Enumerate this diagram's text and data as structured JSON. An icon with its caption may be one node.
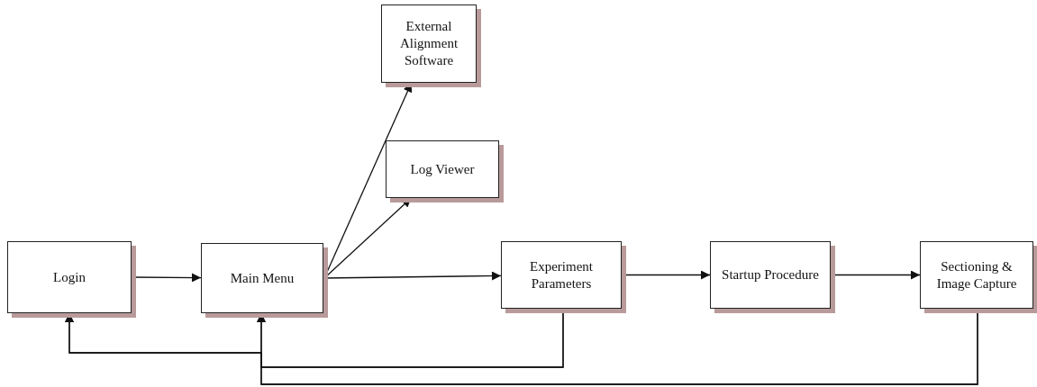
{
  "diagram": {
    "nodes": [
      {
        "text": [
          "Login"
        ]
      },
      {
        "text": [
          "Main Menu"
        ]
      },
      {
        "text": [
          "External Alignment Software"
        ]
      },
      {
        "text": [
          "Log Viewer"
        ]
      },
      {
        "text": [
          "Experiment Parameters"
        ]
      },
      {
        "text": [
          "Startup Procedure"
        ]
      },
      {
        "text": [
          "Sectioning & Image Capture"
        ]
      }
    ],
    "edges": [
      {
        "from": 0,
        "to": 1,
        "arrow": "to"
      },
      {
        "from": 1,
        "to": 2,
        "arrow": "to"
      },
      {
        "from": 1,
        "to": 3,
        "arrow": "to"
      },
      {
        "from": 1,
        "to": 4,
        "arrow": "to"
      },
      {
        "from": 4,
        "to": 5,
        "arrow": "to"
      },
      {
        "from": 5,
        "to": 6,
        "arrow": "to"
      },
      {
        "from": 4,
        "to": 1,
        "arrow": "to"
      },
      {
        "from": 4,
        "to": 0,
        "arrow": "to"
      },
      {
        "from": 6,
        "to": 1,
        "arrow": "to"
      },
      {
        "from": 6,
        "to": 0,
        "arrow": "to"
      }
    ]
  }
}
